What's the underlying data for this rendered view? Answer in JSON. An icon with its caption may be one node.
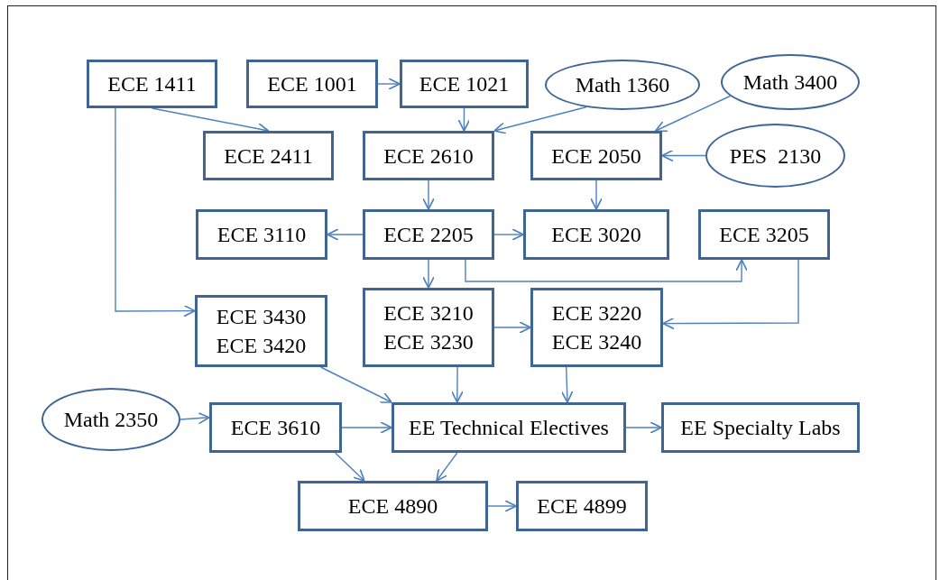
{
  "diagram": {
    "nodes": [
      {
        "text": [
          "ECE 1411"
        ]
      },
      {
        "text": [
          "ECE 1001"
        ]
      },
      {
        "text": [
          "ECE 1021"
        ]
      },
      {
        "text": [
          "Math 1360"
        ]
      },
      {
        "text": [
          "Math 3400"
        ]
      },
      {
        "text": [
          "ECE 2411"
        ]
      },
      {
        "text": [
          "ECE 2610"
        ]
      },
      {
        "text": [
          "ECE 2050"
        ]
      },
      {
        "text": [
          "PES  2130"
        ]
      },
      {
        "text": [
          "ECE 3110"
        ]
      },
      {
        "text": [
          "ECE 2205"
        ]
      },
      {
        "text": [
          "ECE 3020"
        ]
      },
      {
        "text": [
          "ECE 3205"
        ]
      },
      {
        "text": [
          "ECE 3430",
          "ECE 3420"
        ]
      },
      {
        "text": [
          "ECE 3210",
          "ECE 3230"
        ]
      },
      {
        "text": [
          "ECE 3220",
          "ECE 3240"
        ]
      },
      {
        "text": [
          "Math 2350"
        ]
      },
      {
        "text": [
          "ECE 3610"
        ]
      },
      {
        "text": [
          "EE Technical Electives"
        ]
      },
      {
        "text": [
          "EE Specialty Labs"
        ]
      },
      {
        "text": [
          "ECE 4890"
        ]
      },
      {
        "text": [
          "ECE 4899"
        ]
      }
    ],
    "edges": [
      {
        "from": 1,
        "to": 2,
        "arrow": "to"
      },
      {
        "from": 0,
        "to": 5,
        "arrow": "to"
      },
      {
        "from": 2,
        "to": 6,
        "arrow": "to"
      },
      {
        "from": 3,
        "to": 6,
        "arrow": "to"
      },
      {
        "from": 4,
        "to": 7,
        "arrow": "to"
      },
      {
        "from": 8,
        "to": 7,
        "arrow": "to"
      },
      {
        "from": 6,
        "to": 10,
        "arrow": "to"
      },
      {
        "from": 7,
        "to": 11,
        "arrow": "to"
      },
      {
        "from": 10,
        "to": 9,
        "arrow": "to"
      },
      {
        "from": 10,
        "to": 11,
        "arrow": "to"
      },
      {
        "from": 10,
        "to": 14,
        "arrow": "to"
      },
      {
        "from": 10,
        "to": 12,
        "arrow": "to"
      },
      {
        "from": 0,
        "to": 13,
        "arrow": "to"
      },
      {
        "from": 12,
        "to": 15,
        "arrow": "to"
      },
      {
        "from": 14,
        "to": 15,
        "arrow": "to"
      },
      {
        "from": 13,
        "to": 18,
        "arrow": "to"
      },
      {
        "from": 14,
        "to": 18,
        "arrow": "to"
      },
      {
        "from": 15,
        "to": 18,
        "arrow": "to"
      },
      {
        "from": 16,
        "to": 17,
        "arrow": "to"
      },
      {
        "from": 17,
        "to": 18,
        "arrow": "to"
      },
      {
        "from": 18,
        "to": 19,
        "arrow": "to"
      },
      {
        "from": 17,
        "to": 20,
        "arrow": "to"
      },
      {
        "from": 18,
        "to": 20,
        "arrow": "to"
      },
      {
        "from": 20,
        "to": 21,
        "arrow": "to"
      }
    ]
  }
}
